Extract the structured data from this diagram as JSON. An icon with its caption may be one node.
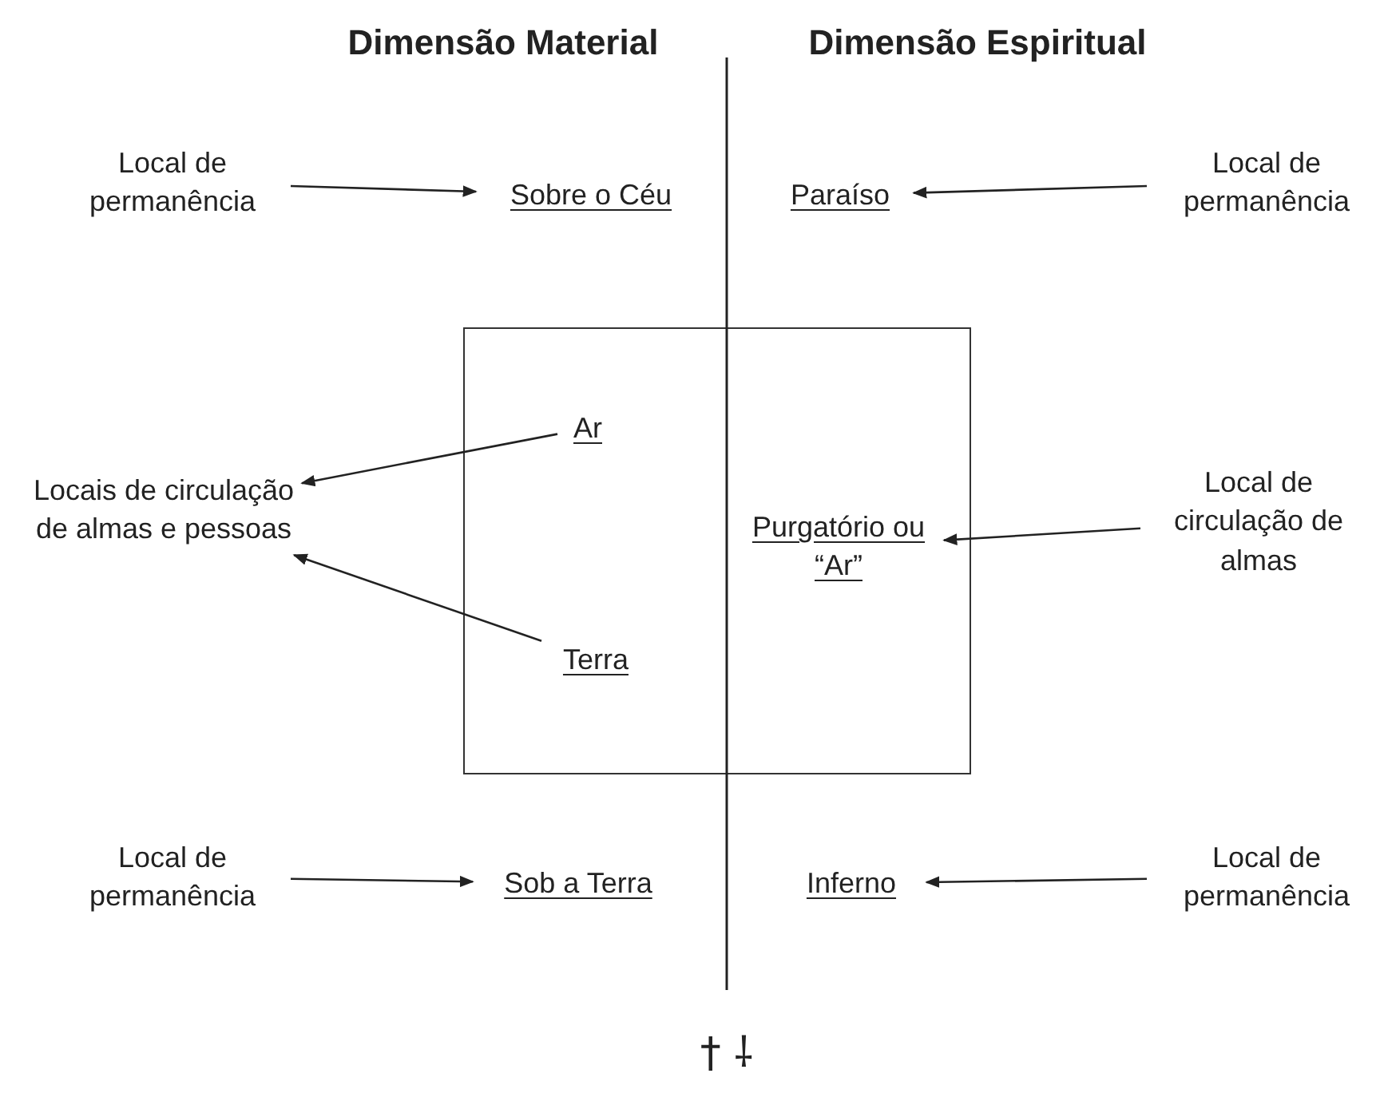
{
  "diagram": {
    "nodes": [
      {
        "text": [
          "Local de permanência"
        ]
      },
      {
        "text": [
          "Sobre o Céu"
        ]
      },
      {
        "text": [
          "Paraíso"
        ]
      },
      {
        "text": [
          "Local de permanência"
        ]
      },
      {
        "text": [],
        "shape": "box"
      },
      {
        "text": [
          "Ar"
        ],
        "in": 4
      },
      {
        "text": [
          "Locais de circulação de almas e pessoas"
        ]
      },
      {
        "text": [
          "Purgatório ou “Ar”"
        ],
        "in": 4
      },
      {
        "text": [
          "Local de circulação de almas"
        ]
      },
      {
        "text": [
          "Terra"
        ],
        "in": 4
      },
      {
        "text": [
          "Local de permanência"
        ]
      },
      {
        "text": [
          "Sob a Terra"
        ]
      },
      {
        "text": [
          "Inferno"
        ]
      },
      {
        "text": [
          "Local de permanência"
        ]
      }
    ],
    "edges": [
      {
        "from": 0,
        "to": 1,
        "arrow": "to"
      },
      {
        "from": 3,
        "to": 2,
        "arrow": "to"
      },
      {
        "from": 5,
        "to": 6,
        "arrow": "to"
      },
      {
        "from": 9,
        "to": 6,
        "arrow": "to"
      },
      {
        "from": 8,
        "to": 7,
        "arrow": "to"
      },
      {
        "from": 10,
        "to": 11,
        "arrow": "to"
      },
      {
        "from": 13,
        "to": 12,
        "arrow": "to"
      }
    ],
    "labels": [
      "Dimensão Material",
      "Dimensão Espiritual",
      "† ⸸"
    ]
  }
}
